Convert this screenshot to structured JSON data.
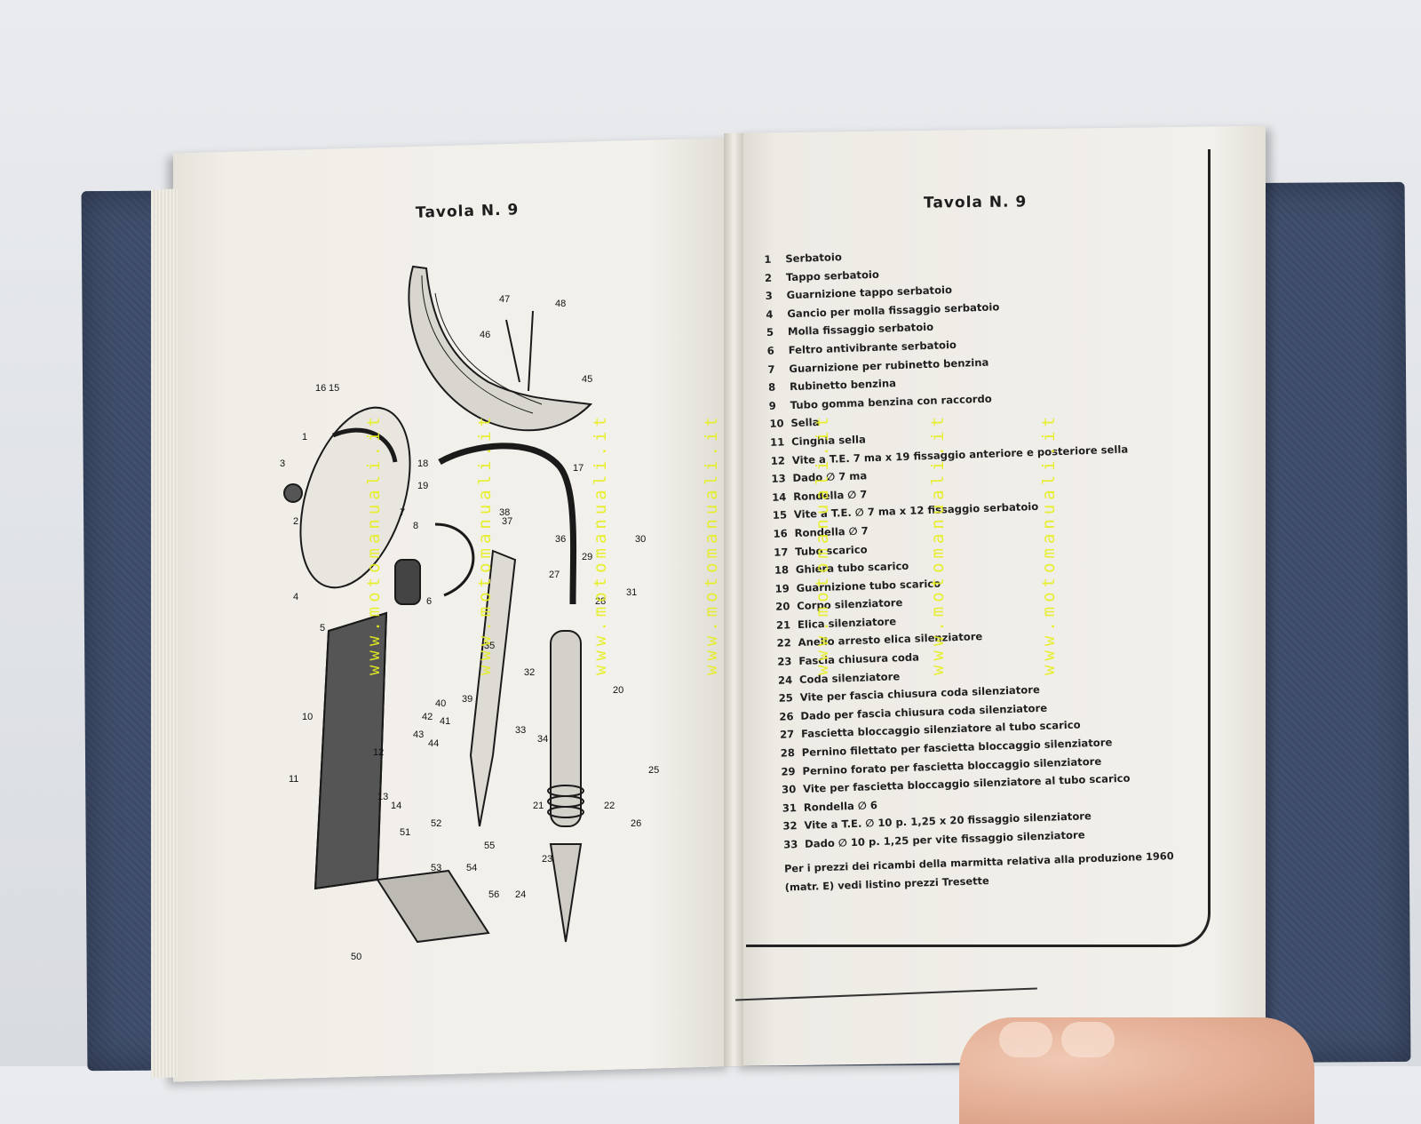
{
  "left_page": {
    "title": "Tavola N. 9",
    "callouts": [
      "1",
      "2",
      "3",
      "4",
      "5",
      "6",
      "7",
      "8",
      "10",
      "11",
      "12",
      "13",
      "14",
      "15",
      "16",
      "17",
      "18",
      "19",
      "20",
      "21",
      "22",
      "23",
      "24",
      "25",
      "26",
      "27",
      "28",
      "29",
      "30",
      "31",
      "32",
      "33",
      "34",
      "35",
      "36",
      "37",
      "38",
      "39",
      "40",
      "41",
      "42",
      "43",
      "44",
      "45",
      "46",
      "47",
      "48",
      "50",
      "51",
      "52",
      "53",
      "54",
      "55",
      "56"
    ]
  },
  "right_page": {
    "title": "Tavola N. 9",
    "parts": [
      {
        "n": "1",
        "d": "Serbatoio"
      },
      {
        "n": "2",
        "d": "Tappo serbatoio"
      },
      {
        "n": "3",
        "d": "Guarnizione tappo serbatoio"
      },
      {
        "n": "4",
        "d": "Gancio per molla fissaggio serbatoio"
      },
      {
        "n": "5",
        "d": "Molla fissaggio serbatoio"
      },
      {
        "n": "6",
        "d": "Feltro antivibrante serbatoio"
      },
      {
        "n": "7",
        "d": "Guarnizione per rubinetto benzina"
      },
      {
        "n": "8",
        "d": "Rubinetto benzina"
      },
      {
        "n": "9",
        "d": "Tubo gomma benzina con raccordo"
      },
      {
        "n": "10",
        "d": "Sella"
      },
      {
        "n": "11",
        "d": "Cinghia sella"
      },
      {
        "n": "12",
        "d": "Vite a T.E. 7 ma x 19 fissaggio anteriore e posteriore sella"
      },
      {
        "n": "13",
        "d": "Dado ∅ 7 ma"
      },
      {
        "n": "14",
        "d": "Rondella ∅ 7"
      },
      {
        "n": "15",
        "d": "Vite a T.E. ∅ 7 ma x 12 fissaggio serbatoio"
      },
      {
        "n": "16",
        "d": "Rondella ∅ 7"
      },
      {
        "n": "17",
        "d": "Tubo scarico"
      },
      {
        "n": "18",
        "d": "Ghiera tubo scarico"
      },
      {
        "n": "19",
        "d": "Guarnizione tubo scarico"
      },
      {
        "n": "20",
        "d": "Corpo silenziatore"
      },
      {
        "n": "21",
        "d": "Elica silenziatore"
      },
      {
        "n": "22",
        "d": "Anello arresto elica silenziatore"
      },
      {
        "n": "23",
        "d": "Fascia chiusura coda"
      },
      {
        "n": "24",
        "d": "Coda silenziatore"
      },
      {
        "n": "25",
        "d": "Vite per fascia chiusura coda silenziatore"
      },
      {
        "n": "26",
        "d": "Dado per fascia chiusura coda silenziatore"
      },
      {
        "n": "27",
        "d": "Fascietta bloccaggio silenziatore al tubo scarico"
      },
      {
        "n": "28",
        "d": "Pernino filettato per fascietta bloccaggio silenziatore"
      },
      {
        "n": "29",
        "d": "Pernino forato per fascietta bloccaggio silenziatore"
      },
      {
        "n": "30",
        "d": "Vite per fascietta bloccaggio silenziatore al tubo scarico"
      },
      {
        "n": "31",
        "d": "Rondella ∅ 6"
      },
      {
        "n": "32",
        "d": "Vite a T.E. ∅ 10 p. 1,25 x 20 fissaggio silenziatore"
      },
      {
        "n": "33",
        "d": "Dado ∅ 10 p. 1,25 per vite fissaggio silenziatore"
      }
    ],
    "footnote": "Per i prezzi dei ricambi della marmitta relativa alla produzione 1960 (matr. E) vedi listino prezzi Tresette"
  },
  "watermark": "www.motomanuali.it",
  "colors": {
    "watermark": "#e6ef1f",
    "board": "#3c4a66",
    "paper": "#f2f0eb",
    "ink": "#1f1f1f"
  }
}
